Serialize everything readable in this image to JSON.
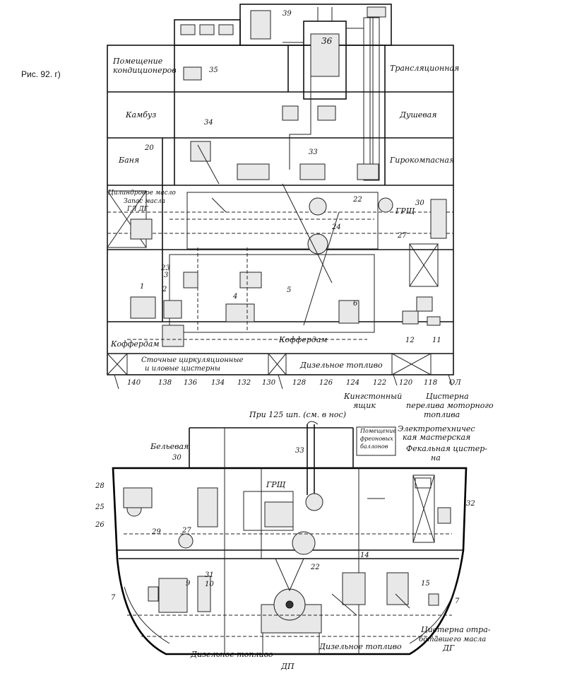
{
  "caption": "Рис. 92. г)",
  "top_section": {
    "rooms": {
      "conditioning": "Помещение кондиционеров",
      "translation": "Трансляционная",
      "galley": "Камбуз",
      "shower": "Душевая",
      "bath": "Баня",
      "gyro": "Гирокомпасная",
      "cylinder_oil": "Цилиндровое масло",
      "oil_supply": "Запас масла",
      "oil_dg": "ГЛ ДГ",
      "grsch": "ГРЩ",
      "cofferdam_left": "Коффердам",
      "cofferdam_right": "Коффердам",
      "circ_tanks_1": "Сточные циркуляционные",
      "circ_tanks_2": "и иловые цистерны",
      "diesel_fuel": "Дизельное топливо",
      "kingston": "Кингстонный ящик",
      "overflow_1": "Цистерна",
      "overflow_2": "перелива моторного",
      "overflow_3": "топлива"
    },
    "frames": [
      "140",
      "138",
      "136",
      "134",
      "132",
      "130",
      "128",
      "126",
      "124",
      "122",
      "120",
      "118",
      "ОЛ"
    ],
    "numbers": {
      "n39": "39",
      "n36": "36",
      "n35": "35",
      "n34": "34",
      "n20": "20",
      "n33": "33",
      "n22": "22",
      "n30": "30",
      "n24": "24",
      "n27": "27",
      "n23": "23",
      "n3": "3",
      "n1": "1",
      "n2": "2",
      "n5": "5",
      "n4": "4",
      "n6": "6",
      "n12": "12",
      "n11": "11"
    }
  },
  "section_caption": "При 125 шп. (см. в нос)",
  "bottom_section": {
    "rooms": {
      "linen": "Бельевая",
      "freon": "Помещение фреоновых баллонов",
      "electro_1": "Электротехничес",
      "electro_2": "кая мастерская",
      "fecal_1": "Фекальная цистер-",
      "fecal_2": "на",
      "grsch": "ГРЩ",
      "diesel_left": "Дизельное топливо",
      "diesel_right": "Дизельное топливо",
      "dp": "ДП",
      "used_oil_1": "Цистерна отра-",
      "used_oil_2": "ботавшего масла",
      "used_oil_3": "ДГ"
    },
    "numbers": {
      "n33": "33",
      "n30": "30",
      "n28": "28",
      "n25": "25",
      "n26": "26",
      "n29": "29",
      "n27": "27",
      "n32": "32",
      "n31": "31",
      "n10": "10",
      "n9": "9",
      "n7a": "7",
      "n7b": "7",
      "n22": "22",
      "n14": "14",
      "n15": "15"
    }
  }
}
